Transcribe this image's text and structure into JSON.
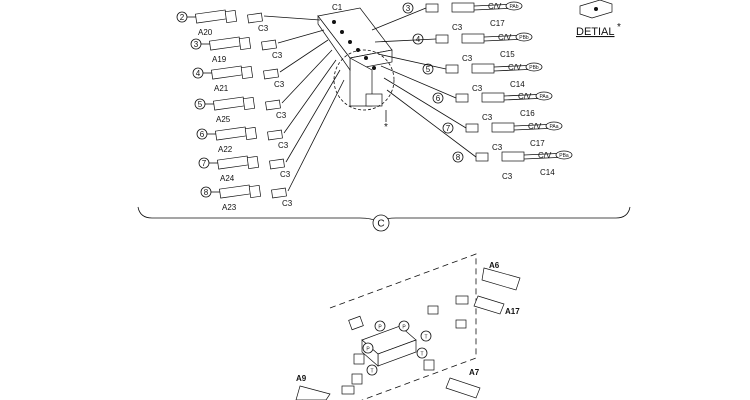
{
  "top": {
    "marker": "C",
    "block_label": "C1",
    "star": "*",
    "detail_label": "DETIAL",
    "left_items": [
      {
        "num": "2",
        "hose": "A20",
        "fitting": "C3"
      },
      {
        "num": "3",
        "hose": "A19",
        "fitting": "C3"
      },
      {
        "num": "4",
        "hose": "A21",
        "fitting": "C3"
      },
      {
        "num": "5",
        "hose": "A25",
        "fitting": "C3"
      },
      {
        "num": "6",
        "hose": "A22",
        "fitting": "C3"
      },
      {
        "num": "7",
        "hose": "A24",
        "fitting": "C3"
      },
      {
        "num": "8",
        "hose": "A23",
        "fitting": "C3"
      }
    ],
    "right_items": [
      {
        "num": "3",
        "valve": "C/V",
        "port": "PAb",
        "hose": "C17",
        "fitting": "C3"
      },
      {
        "num": "4",
        "valve": "C/V",
        "port": "PBb",
        "hose": "C15",
        "fitting": "C3"
      },
      {
        "num": "5",
        "valve": "C/V",
        "port": "PBb",
        "hose": "C14",
        "fitting": "C3"
      },
      {
        "num": "6",
        "valve": "C/V",
        "port": "PAa",
        "hose": "C16",
        "fitting": "C3"
      },
      {
        "num": "7",
        "valve": "C/V",
        "port": "PAa",
        "hose": "C17",
        "fitting": "C3"
      },
      {
        "num": "8",
        "valve": "C/V",
        "port": "PBa",
        "hose": "C14",
        "fitting": "C3"
      }
    ]
  },
  "bottom": {
    "hoses": [
      "A6",
      "A17",
      "A9",
      "A7"
    ],
    "port_letters": [
      "P",
      "P",
      "P",
      "T",
      "T",
      "T"
    ]
  }
}
